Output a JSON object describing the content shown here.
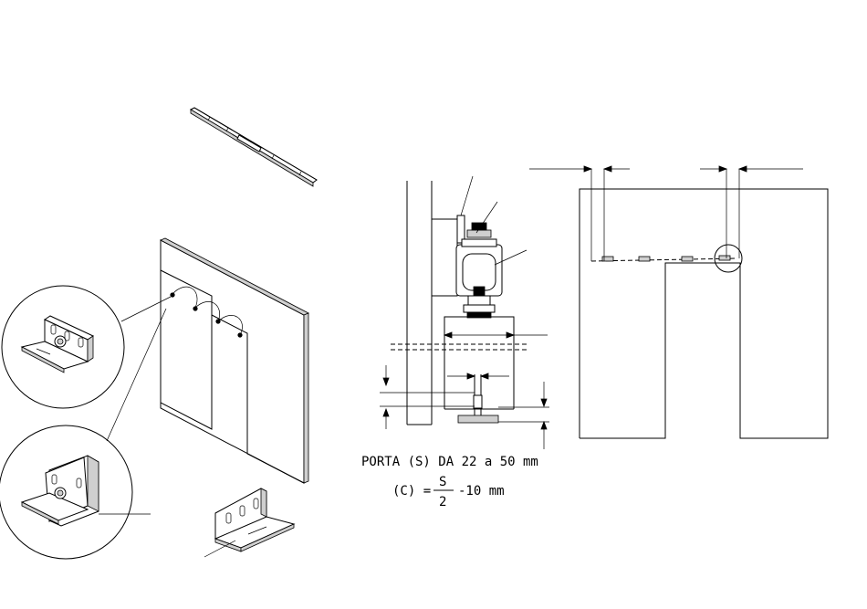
{
  "note": {
    "line1": "PORTA (S) DA 22 a 50 mm",
    "formula_lhs": "(C) =",
    "formula_num": "S",
    "formula_den": "2",
    "formula_rhs": "-10 mm"
  },
  "icons": {
    "rail": "track-rail-icon",
    "bracket": "wall-bracket-icon"
  }
}
